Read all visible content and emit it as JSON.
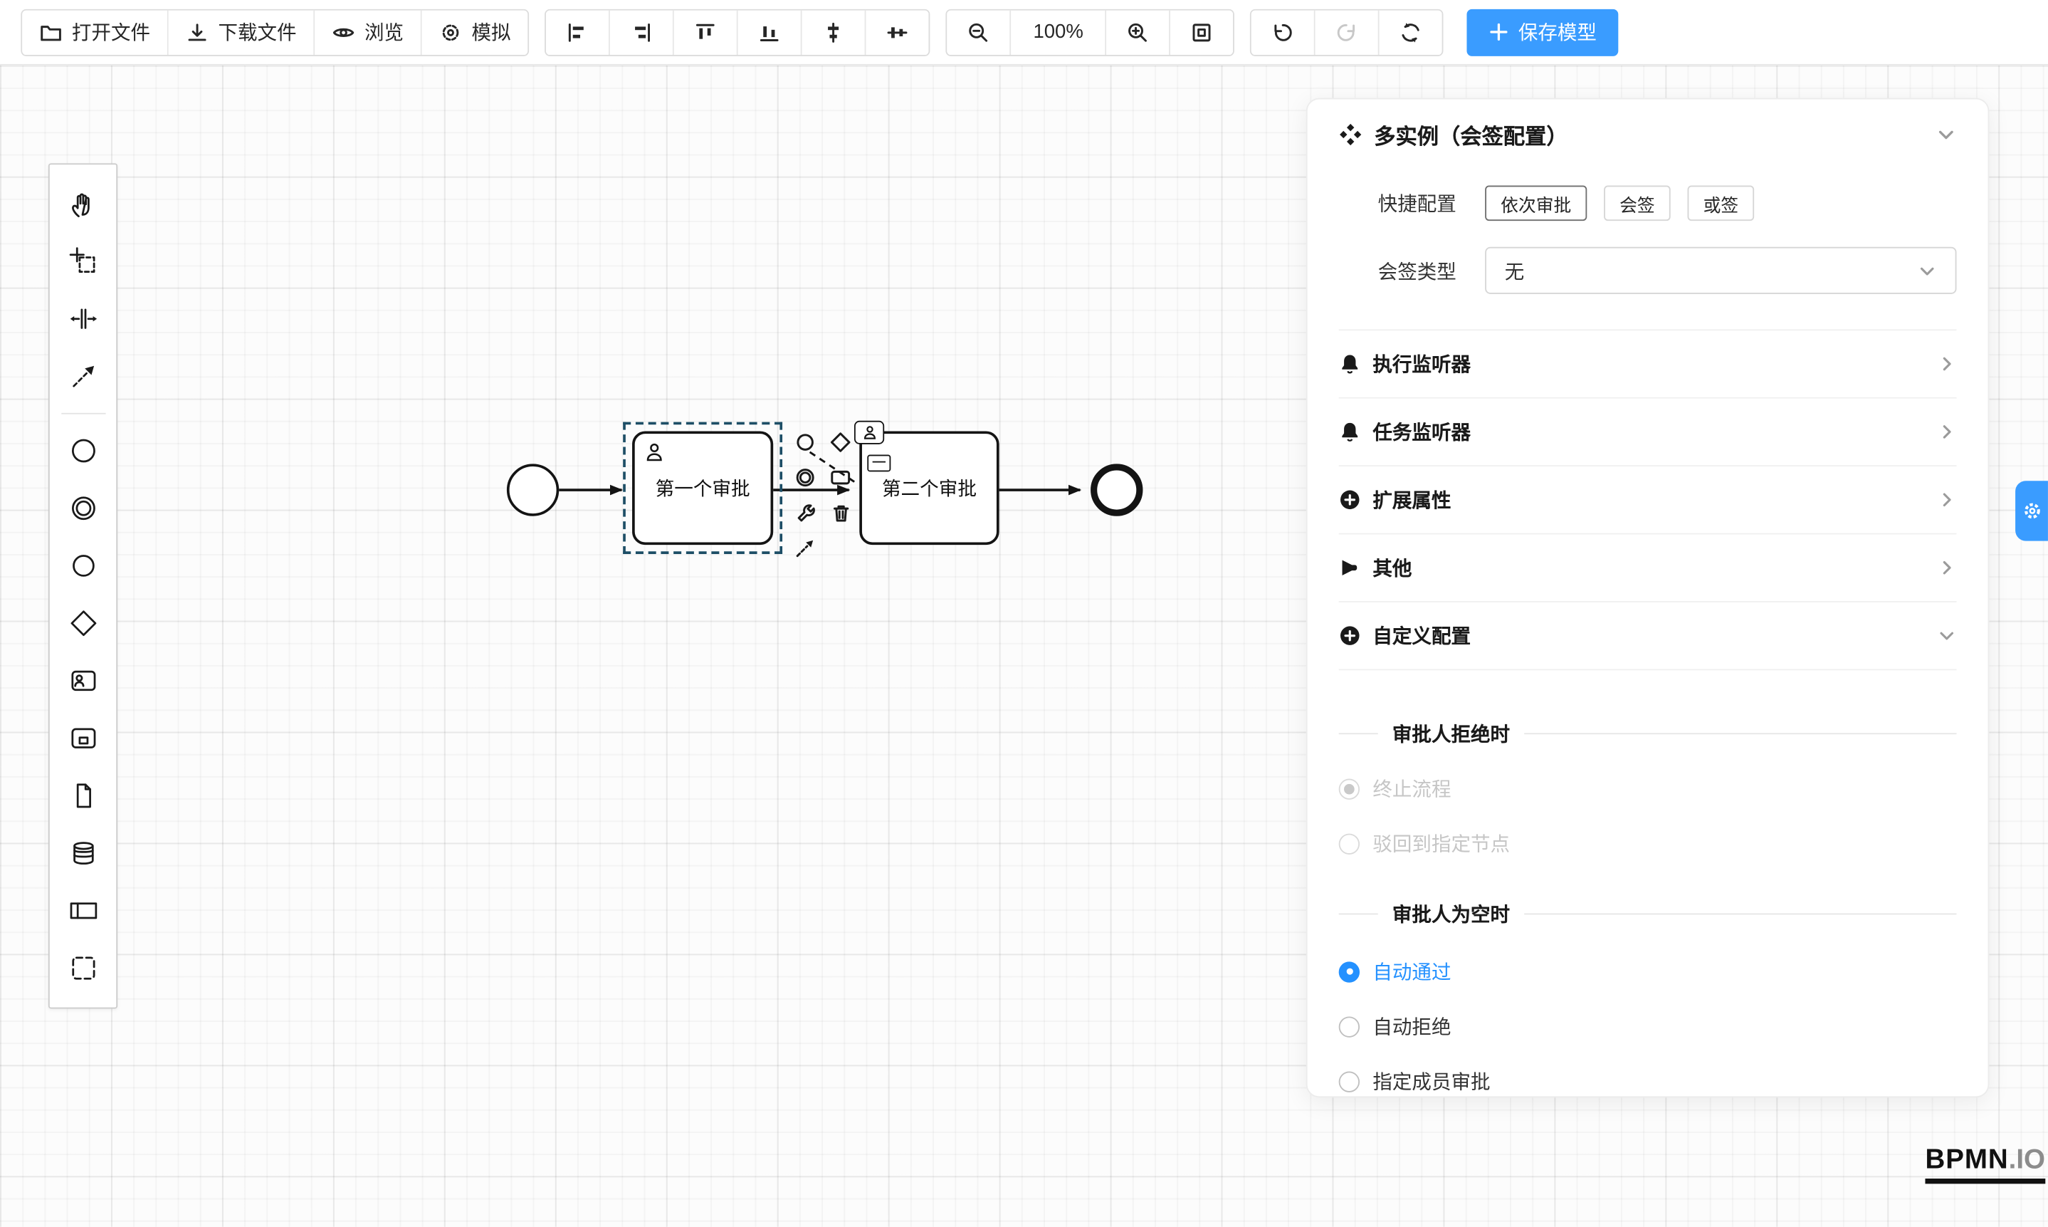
{
  "toolbar": {
    "open_label": "打开文件",
    "download_label": "下载文件",
    "preview_label": "浏览",
    "simulate_label": "模拟",
    "zoom_level": "100%",
    "save_label": "保存模型"
  },
  "canvas": {
    "task1_label": "第一个审批",
    "task2_label": "第二个审批"
  },
  "panel": {
    "title": "多实例（会签配置）",
    "quick_label": "快捷配置",
    "quick_options": [
      "依次审批",
      "会签",
      "或签"
    ],
    "sign_type_label": "会签类型",
    "sign_type_value": "无",
    "sections": [
      {
        "label": "执行监听器",
        "icon": "bell-icon"
      },
      {
        "label": "任务监听器",
        "icon": "bell-icon"
      },
      {
        "label": "扩展属性",
        "icon": "plus-circle-icon"
      },
      {
        "label": "其他",
        "icon": "megaphone-icon"
      },
      {
        "label": "自定义配置",
        "icon": "plus-circle-icon"
      }
    ],
    "reject_title": "审批人拒绝时",
    "reject_options": [
      "终止流程",
      "驳回到指定节点"
    ],
    "empty_title": "审批人为空时",
    "empty_options": [
      "自动通过",
      "自动拒绝",
      "指定成员审批"
    ]
  },
  "logo": {
    "main": "BPMN",
    "suffix": ".IO"
  },
  "colors": {
    "accent": "#3a9cff",
    "selection": "#1d4e66",
    "radio_checked": "#2491ff"
  }
}
